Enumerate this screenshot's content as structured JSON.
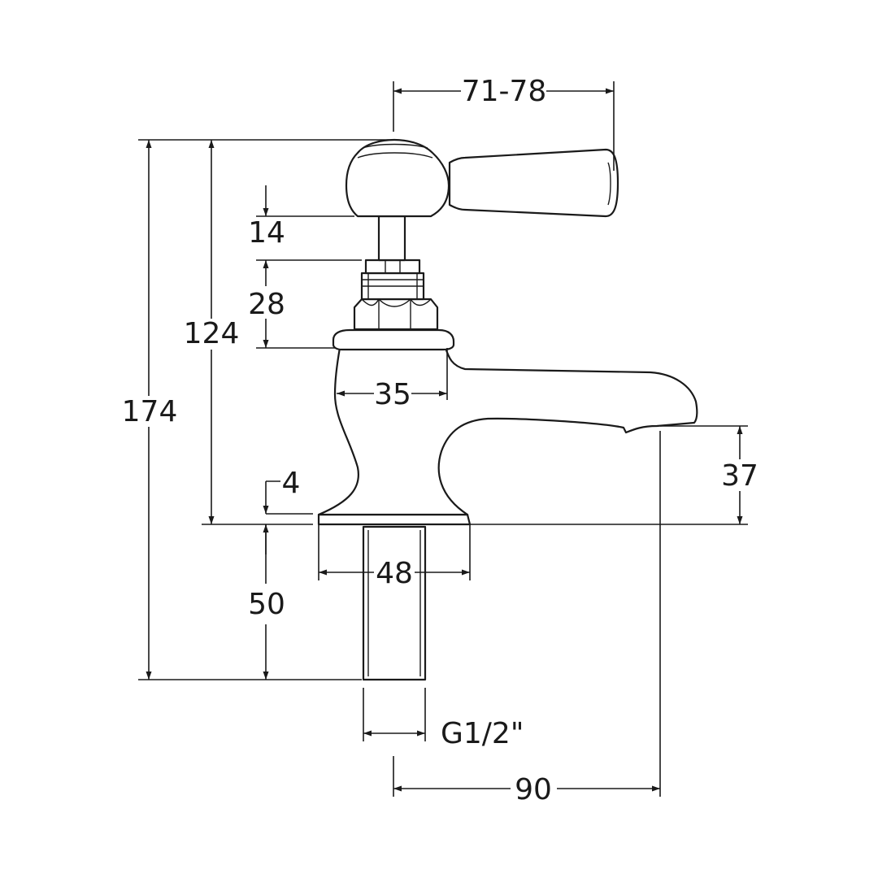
{
  "dimensions": {
    "handle_reach": "71-78",
    "total_height": "174",
    "height_to_handle_top": "124",
    "handle_to_nut": "14",
    "nut_height": "28",
    "body_width": "35",
    "base_thickness": "4",
    "spout_height": "37",
    "base_width": "48",
    "shank_length": "50",
    "thread_size": "G1/2\"",
    "projection": "90"
  }
}
